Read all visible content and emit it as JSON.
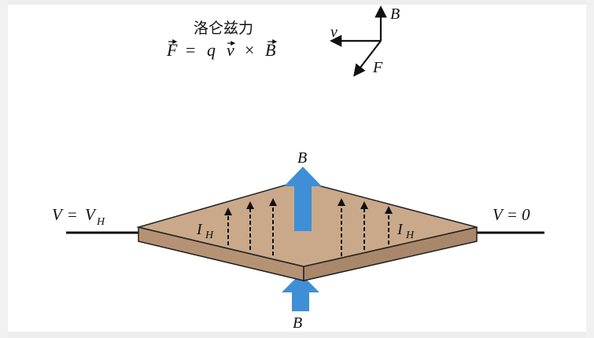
{
  "title": "洛仑兹力",
  "formula": {
    "F": "F",
    "eq": "=",
    "q": "q",
    "v": "v",
    "times": "×",
    "B": "B"
  },
  "vector_diagram": {
    "b_label": "B",
    "v_label": "v",
    "f_label": "F"
  },
  "plate": {
    "b_top_label": "B",
    "b_bottom_label": "B",
    "left_label_v": "V",
    "left_label_eq": "=",
    "left_label_vh": "V",
    "left_label_h": "H",
    "right_label": "V = 0",
    "current_left_i": "I",
    "current_left_h": "H",
    "current_right_i": "I",
    "current_right_h": "H"
  },
  "colors": {
    "plate_top": "#c9a98a",
    "plate_side": "#b59274",
    "b_arrow": "#3f8fd6",
    "ink": "#111111"
  }
}
